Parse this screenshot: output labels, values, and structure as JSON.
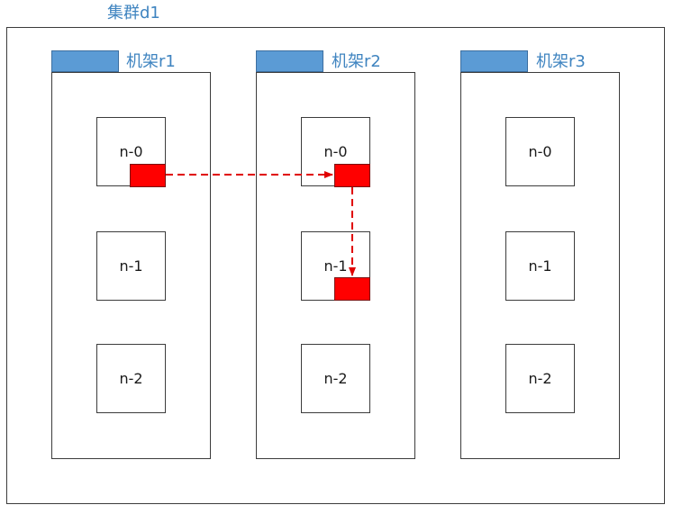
{
  "cluster": {
    "title": "集群d1"
  },
  "racks": [
    {
      "label": "机架r1",
      "nodes": [
        "n-0",
        "n-1",
        "n-2"
      ]
    },
    {
      "label": "机架r2",
      "nodes": [
        "n-0",
        "n-1",
        "n-2"
      ]
    },
    {
      "label": "机架r3",
      "nodes": [
        "n-0",
        "n-1",
        "n-2"
      ]
    }
  ],
  "colors": {
    "rack_tab": "#5b9bd5",
    "label_text": "#3f84c0",
    "replica": "#ff0000",
    "arrow": "#e00000",
    "border": "#3c3c3c"
  }
}
